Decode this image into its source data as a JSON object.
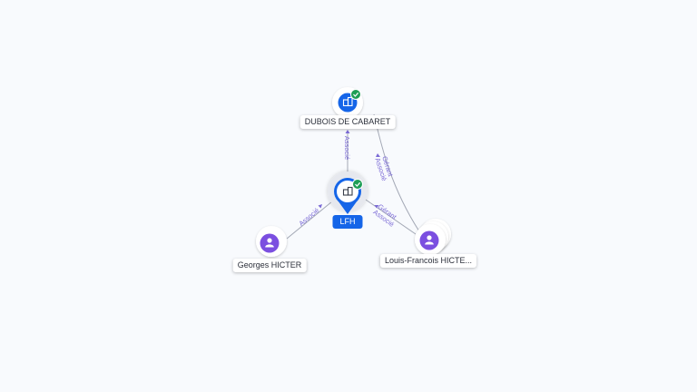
{
  "nodes": {
    "center": {
      "label": "LFH",
      "type": "company",
      "verified": true,
      "icon": "building-icon"
    },
    "dubois": {
      "label": "DUBOIS DE CABARET",
      "type": "company",
      "verified": true,
      "icon": "building-icon"
    },
    "georges": {
      "label": "Georges HICTER",
      "type": "person",
      "icon": "person-icon"
    },
    "louis": {
      "label": "Louis-Francois HICTE...",
      "type": "person",
      "icon": "person-icon"
    }
  },
  "edges": {
    "dubois_center": {
      "label": "Associé"
    },
    "georges_center": {
      "label": "Associé"
    },
    "louis_center": {
      "line1": "Gérant",
      "line2": "Associé"
    },
    "louis_dubois": {
      "line1": "Gérant",
      "line2": "Associé"
    }
  },
  "colors": {
    "company": "#1565e8",
    "person": "#7b4fe0",
    "verified": "#1e9e56",
    "edge_label": "#7b6ad6",
    "edge_line": "#a3a8b5"
  }
}
